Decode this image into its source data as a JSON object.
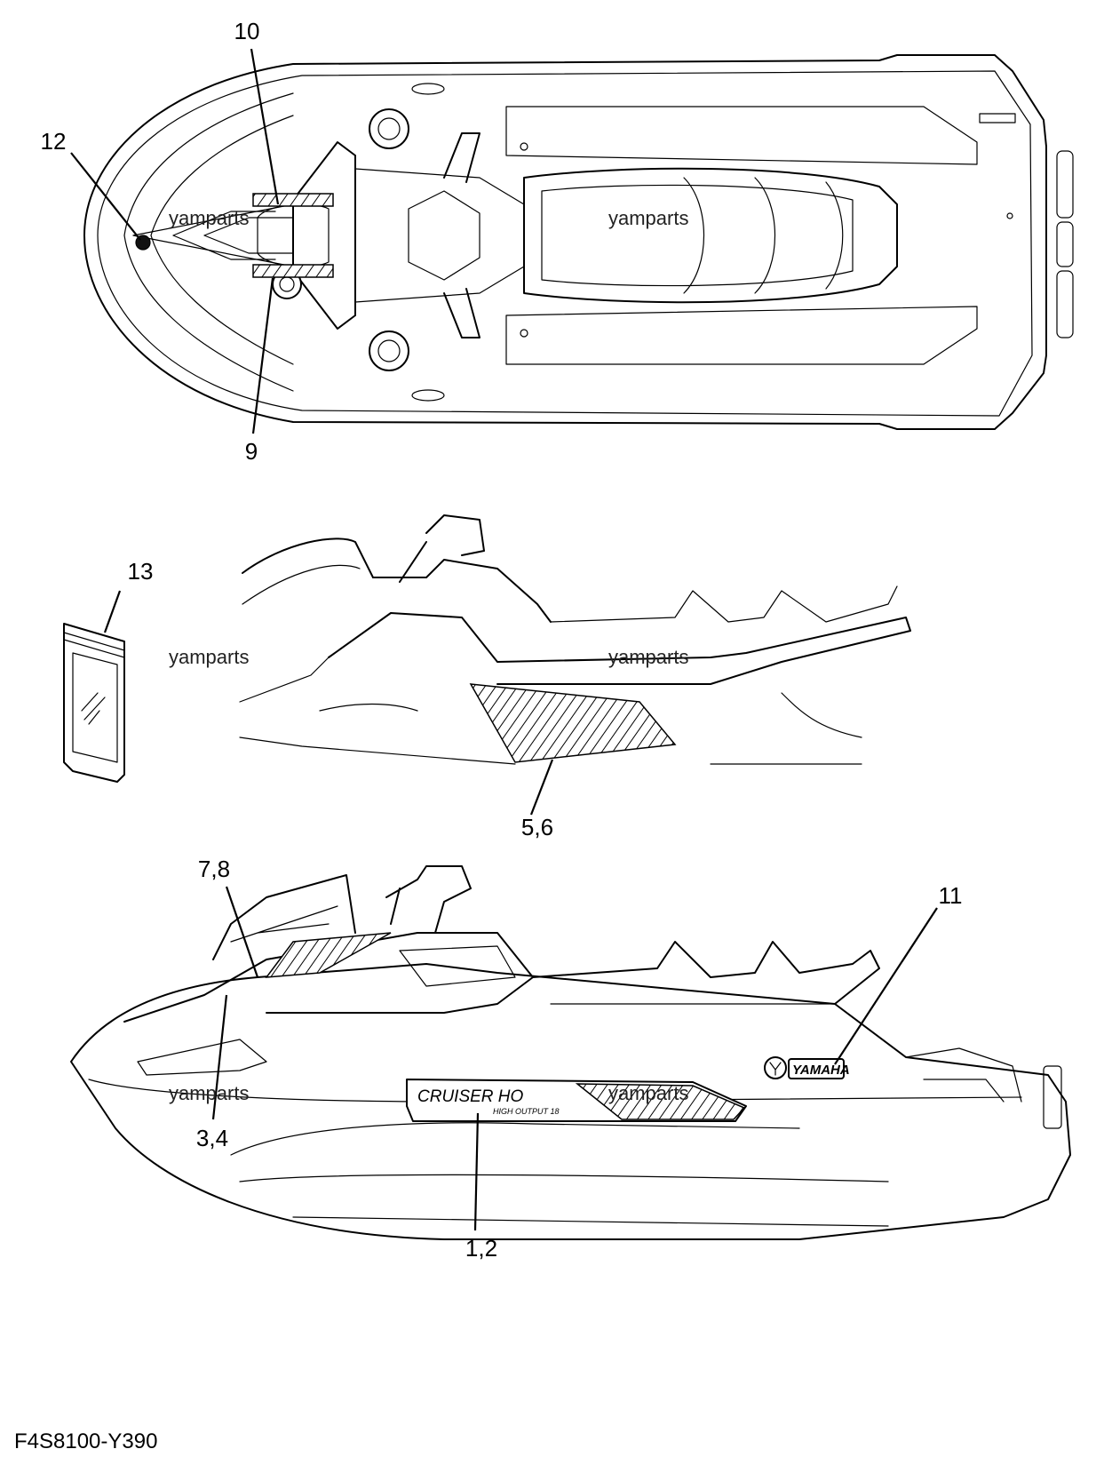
{
  "callouts": {
    "c10": "10",
    "c12": "12",
    "c9": "9",
    "c13": "13",
    "c56": "5,6",
    "c78": "7,8",
    "c11": "11",
    "c34": "3,4",
    "c12b": "1,2"
  },
  "watermarks": {
    "top_left": "yamparts",
    "top_right": "yamparts",
    "mid_left": "yamparts",
    "mid_right": "yamparts",
    "bottom_left": "yamparts",
    "bottom_right": "yamparts"
  },
  "decals": {
    "yamaha_emblem": "YAMAHA",
    "model_name": "CRUISER HO",
    "model_sub": "HIGH OUTPUT 18"
  },
  "figure_code": "F4S8100-Y390"
}
